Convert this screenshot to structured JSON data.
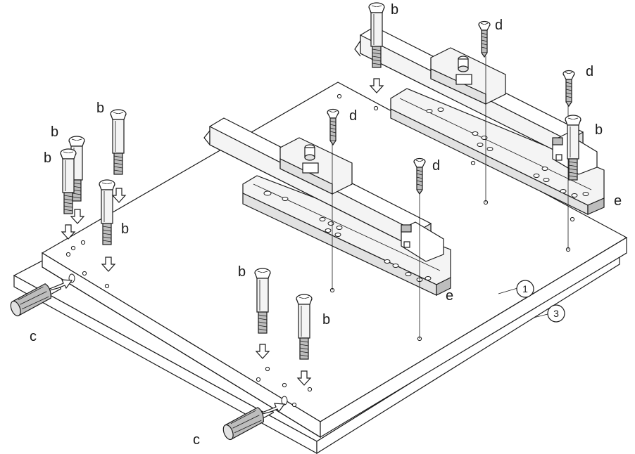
{
  "labels": {
    "b": "b",
    "c": "c",
    "d": "d",
    "e": "e"
  },
  "panels": {
    "top_panel_number": "1",
    "bottom_panel_number": "3"
  },
  "colors": {
    "line": "#1a1a1a",
    "background": "#ffffff",
    "panel_top": "#ffffff",
    "shade_light": "#f4f4f4",
    "shade_mid": "#e2e2e2",
    "shade_dark": "#bdbdbd"
  }
}
